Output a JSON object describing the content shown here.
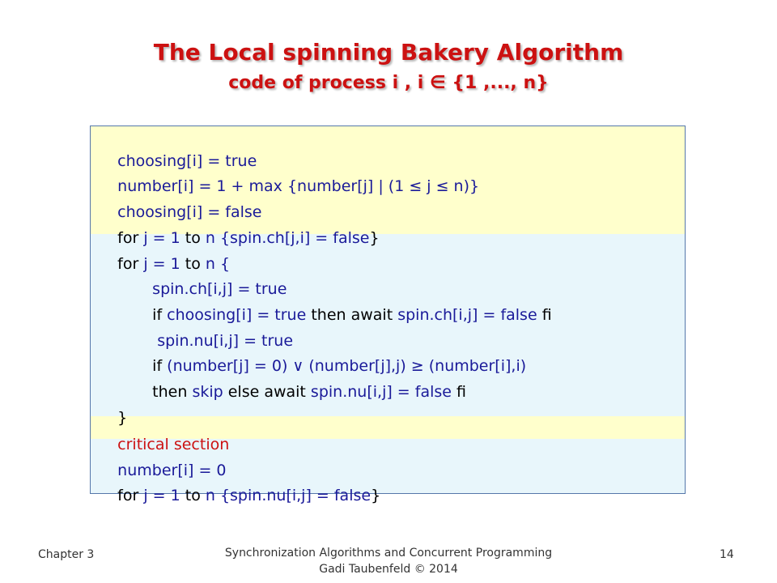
{
  "title": "The Local spinning Bakery Algorithm",
  "subtitle": "code of process i ,    i ∈ {1 ,..., n}",
  "code": {
    "l1": [
      "choosing[i] = true"
    ],
    "l2": [
      "number[i] = 1 + max {number[j] | (1 ≤ j ≤ n)}"
    ],
    "l3": [
      "choosing[i] = false"
    ],
    "l4": [
      "for",
      " j = 1 ",
      "to",
      " n {spin.ch[j,i] = false",
      "}"
    ],
    "l5": [
      "for",
      " j = 1 ",
      "to",
      " n {"
    ],
    "l6": [
      "spin.ch[i,j] = true"
    ],
    "l7": [
      "if",
      " choosing[i] = true ",
      "then await",
      " spin.ch[i,j] = false ",
      "fi"
    ],
    "l8": [
      " spin.nu[i,j] = true"
    ],
    "l9": [
      "if",
      " (number[j] = 0) ∨ (number[j],j) ≥ (number[i],i)"
    ],
    "l10": [
      "then",
      " skip ",
      "else await",
      " spin.nu[i,j] = false ",
      "fi"
    ],
    "l11": [
      "}"
    ],
    "l12": [
      "critical section"
    ],
    "l13": [
      "number[i] = 0"
    ],
    "l14": [
      "for",
      " j = 1 ",
      "to",
      " n {spin.nu[i,j] = false",
      "}"
    ]
  },
  "footer": {
    "left": "Chapter 3",
    "center_line1": "Synchronization Algorithms and Concurrent Programming",
    "center_line2": "Gadi Taubenfeld © 2014",
    "page_number": "14"
  },
  "colors": {
    "title": "#cc1111",
    "code_text": "#1a1a99",
    "keyword": "#000000",
    "yellow_band": "#ffffcc",
    "blue_band": "#e8f6fb"
  }
}
